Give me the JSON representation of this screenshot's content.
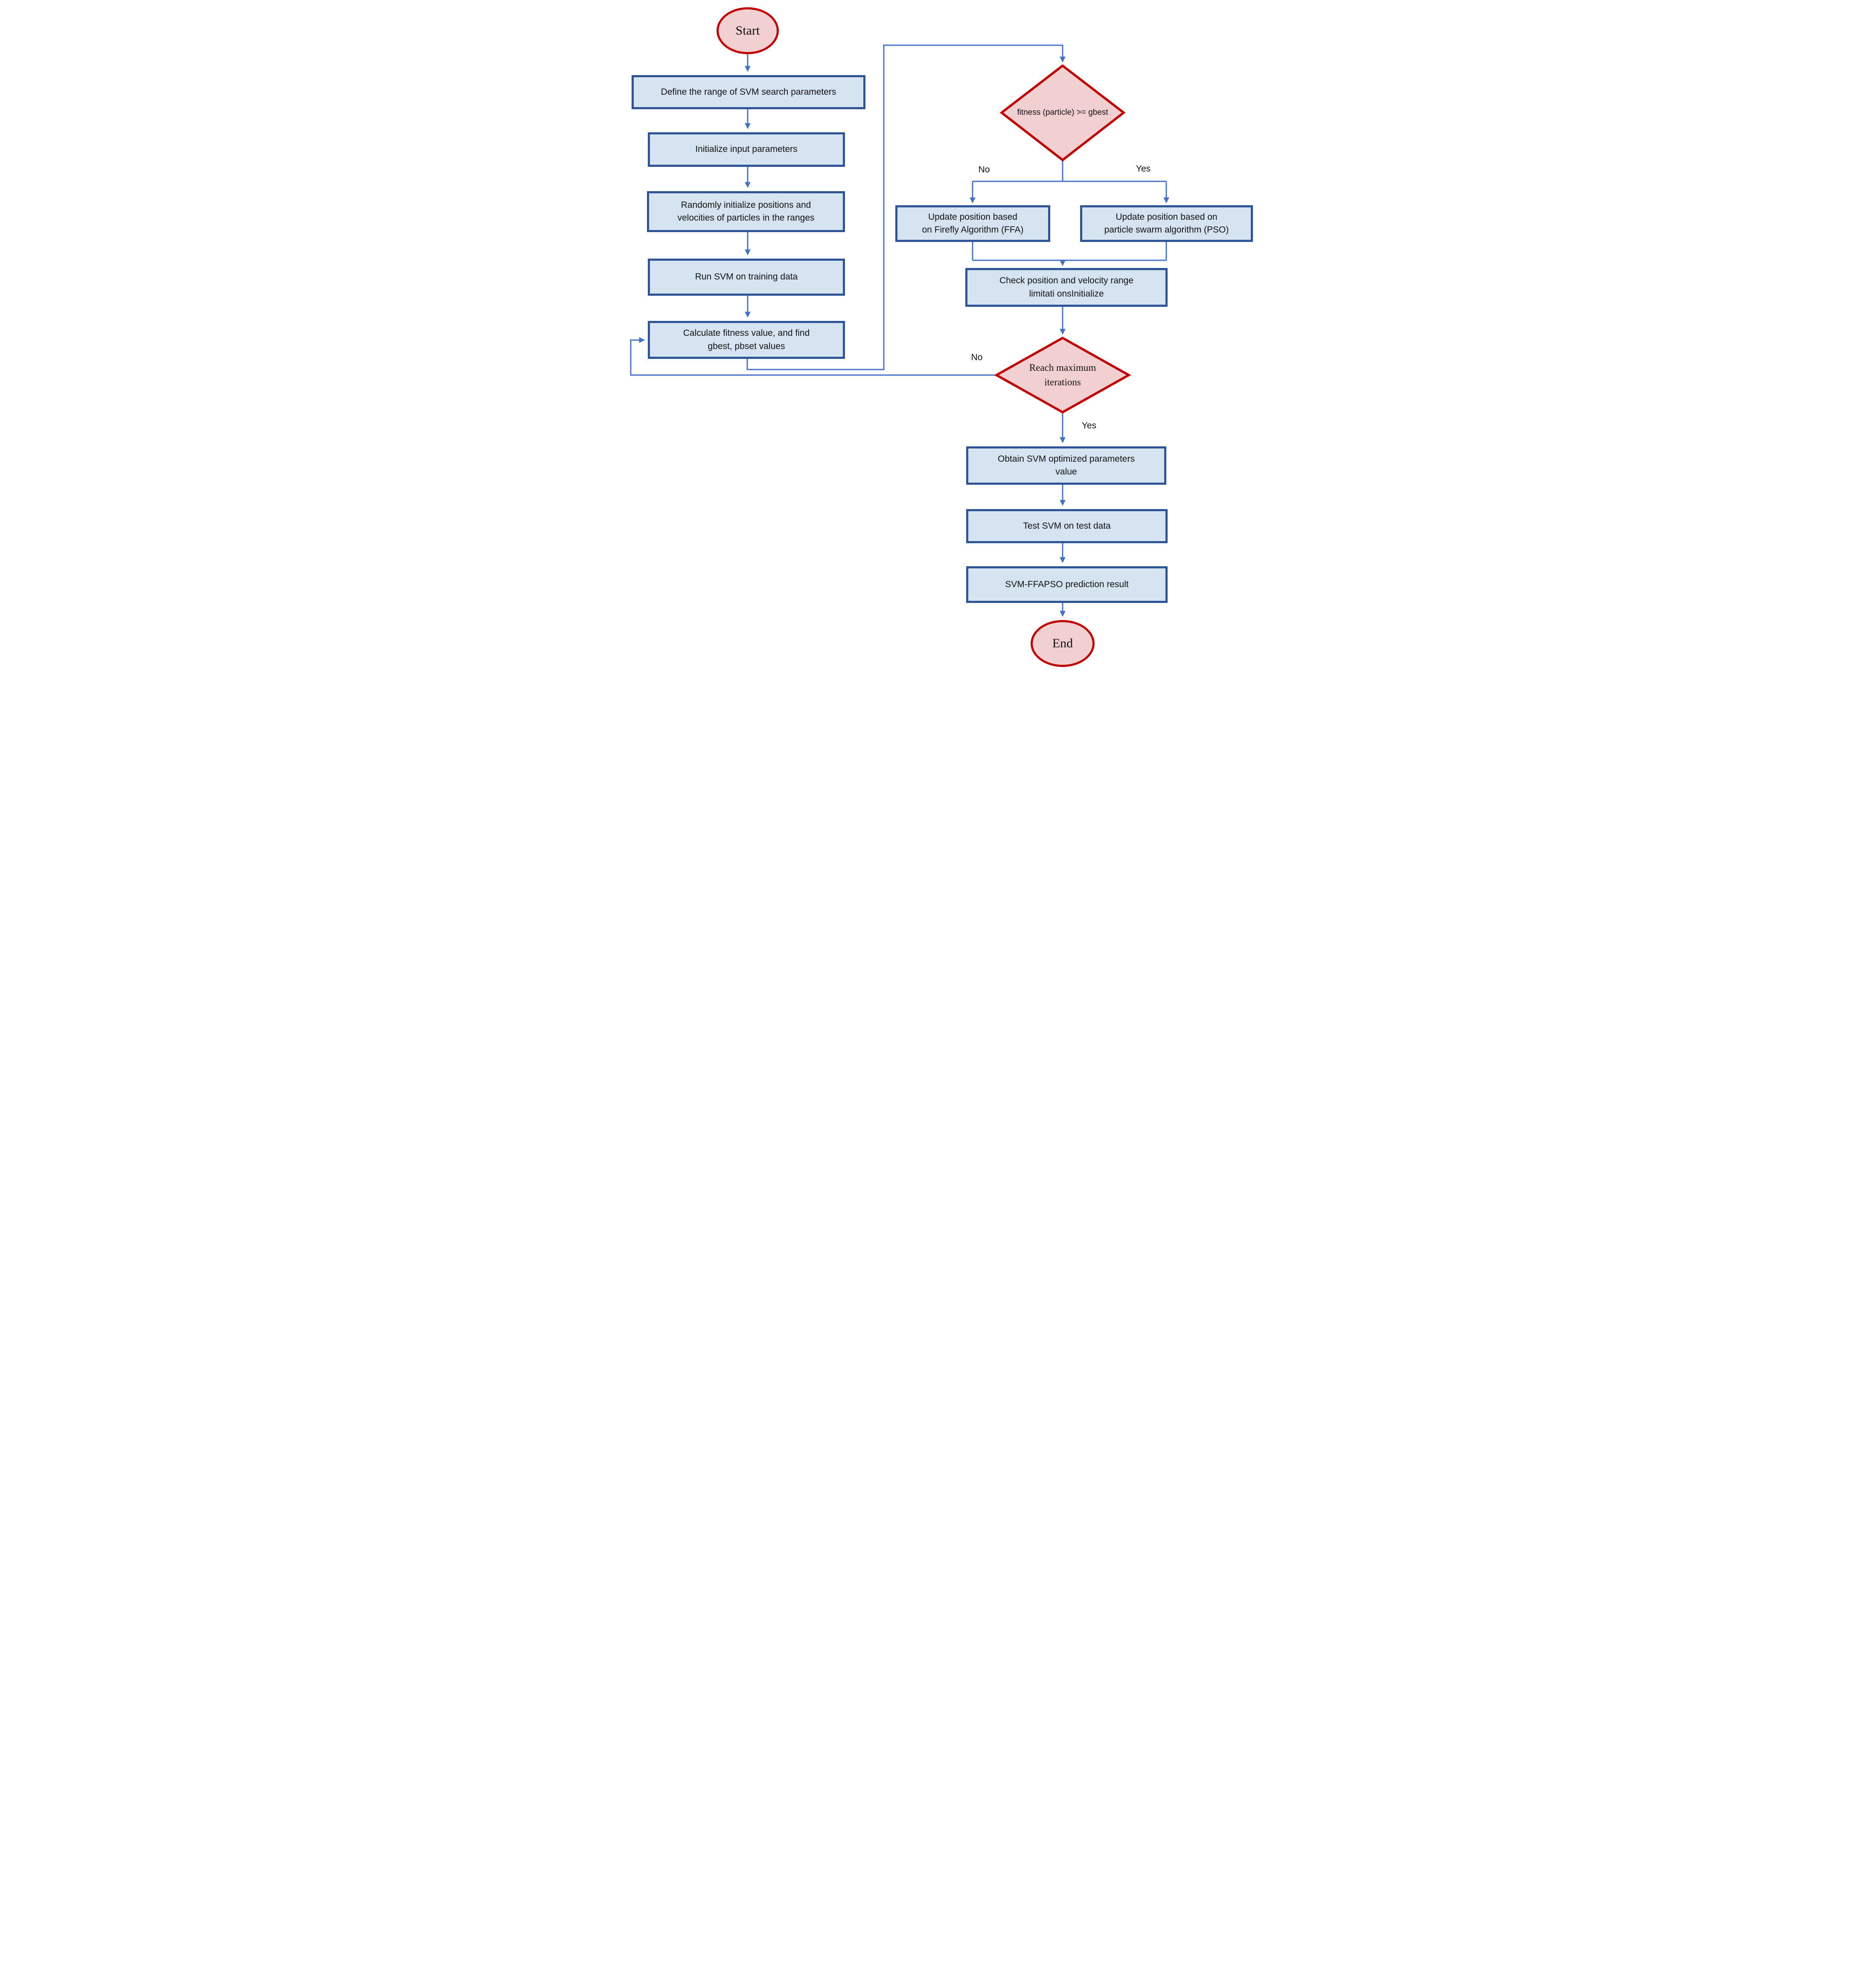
{
  "nodes": {
    "start": "Start",
    "define_range": "Define the range of SVM search parameters",
    "init_params": "Initialize input parameters",
    "random_init": [
      "Randomly initialize positions and",
      "velocities of particles in the ranges"
    ],
    "run_svm": "Run SVM on training data",
    "calc_fitness": [
      "Calculate fitness value, and find",
      "gbest, pbset values"
    ],
    "fitness_decision": "fitness (particle) >= gbest",
    "update_ffa": [
      "Update position based",
      "on Firefly Algorithm (FFA)"
    ],
    "update_pso": [
      "Update position based on",
      "particle swarm algorithm (PSO)"
    ],
    "check_limits": [
      "Check position and velocity range",
      "limitati onsInitialize"
    ],
    "max_iter_decision": [
      "Reach maximum",
      "iterations"
    ],
    "obtain_params": [
      "Obtain SVM optimized parameters",
      "value"
    ],
    "test_svm": "Test SVM on test data",
    "prediction_result": "SVM-FFAPSO prediction result",
    "end": "End"
  },
  "branch_labels": {
    "fitness_no": "No",
    "fitness_yes": "Yes",
    "max_iter_no": "No",
    "max_iter_yes": "Yes"
  },
  "colors": {
    "process_fill": "#d6e4f1",
    "process_border": "#2f5597",
    "decision_fill": "#f2cfd1",
    "decision_border": "#c00000",
    "connector": "#4472c4"
  }
}
